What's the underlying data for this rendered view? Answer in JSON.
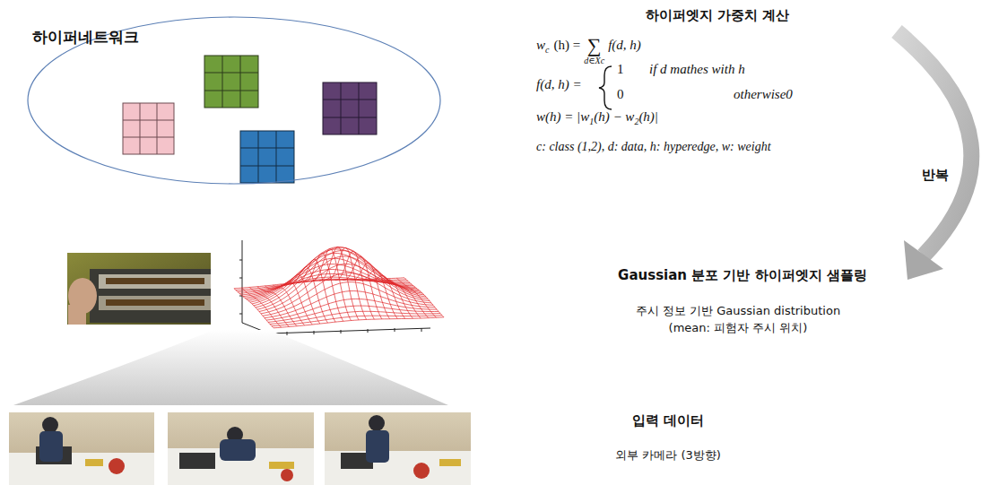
{
  "diagram": {
    "nodes": [
      {
        "text": [
          "하이퍼네트워크"
        ]
      }
    ],
    "labels": [
      "하이퍼엣지 가중치 계산",
      "w",
      "c",
      "(h) =",
      "∑",
      "d∈Xc",
      "f(d, h)",
      "f(d, h) =",
      "1",
      "if d mathes with h",
      "0",
      "otherwise0",
      "w(h) = |w",
      "1",
      "(h) − w",
      "2",
      "(h)|",
      "c: class (1,2), d: data, h: hyperedge, w: weight",
      "반복",
      "Gaussian 분포 기반 하이퍼엣지 샘플링",
      "주시 정보 기반 Gaussian distribution (mean: 피험자 주시 위치)",
      "입력 데이터",
      "외부 카메라 (3방향)"
    ]
  }
}
